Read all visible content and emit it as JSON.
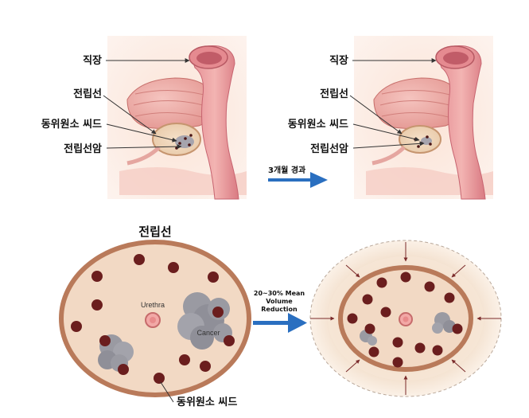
{
  "top_left_labels": {
    "rectum": "직장",
    "prostate": "전립선",
    "seed": "동위원소 씨드",
    "cancer": "전립선암"
  },
  "top_right_labels": {
    "rectum": "직장",
    "prostate": "전립선",
    "seed": "동위원소 씨드",
    "cancer": "전립선암"
  },
  "transition_label": "3개월 경과",
  "bottom": {
    "prostate_title": "전립선",
    "urethra_label": "Urethra",
    "cancer_label": "Cancer",
    "seed_label": "동위원소 씨드",
    "reduction_line1": "20~30% Mean",
    "reduction_line2": "Volume",
    "reduction_line3": "Reduction"
  },
  "colors": {
    "arrow_blue": "#2a6fc0",
    "tissue_pink": "#e9a3a3",
    "prostate_fill": "#f2d9c4",
    "capsule_brown": "#b97a5a",
    "seed_dark": "#6b1e1e",
    "cancer_grey": "#9a9aa2",
    "halo": "#f3e1cf",
    "caption_blue": "#2a6fc0"
  }
}
